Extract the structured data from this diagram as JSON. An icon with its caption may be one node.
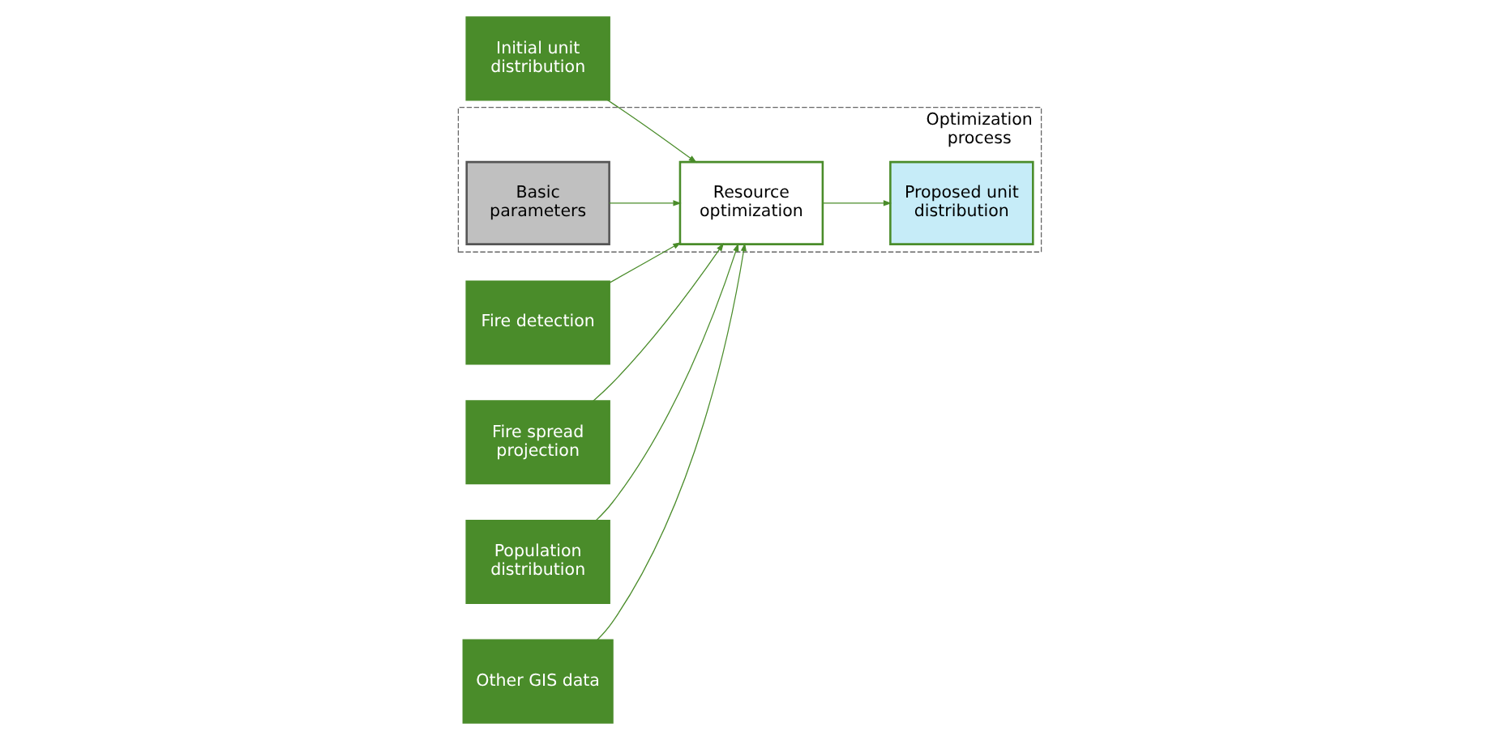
{
  "diagram": {
    "nodes": [
      {
        "text": [
          "Initial unit distribution"
        ]
      },
      {
        "text": [
          "Fire detection"
        ]
      },
      {
        "text": [
          "Fire spread projection"
        ]
      },
      {
        "text": [
          "Population distribution"
        ]
      },
      {
        "text": [
          "Optimization process"
        ]
      },
      {
        "text": [
          "Basic parameters"
        ],
        "in": 4
      },
      {
        "text": [
          "Resource optimization"
        ],
        "in": 4
      },
      {
        "text": [
          "Proposed unit distribution"
        ],
        "in": 4
      },
      {
        "text": [
          "Other GIS data"
        ]
      }
    ],
    "edges": [
      {
        "from": 0,
        "to": 6,
        "arrow": "to"
      },
      {
        "from": 1,
        "to": 6,
        "arrow": "to"
      },
      {
        "from": 2,
        "to": 6,
        "arrow": "to"
      },
      {
        "from": 3,
        "to": 6,
        "arrow": "to"
      },
      {
        "from": 5,
        "to": 6,
        "arrow": "to"
      },
      {
        "from": 8,
        "to": 6,
        "arrow": "to"
      },
      {
        "from": 6,
        "to": 7,
        "arrow": "to"
      }
    ]
  }
}
